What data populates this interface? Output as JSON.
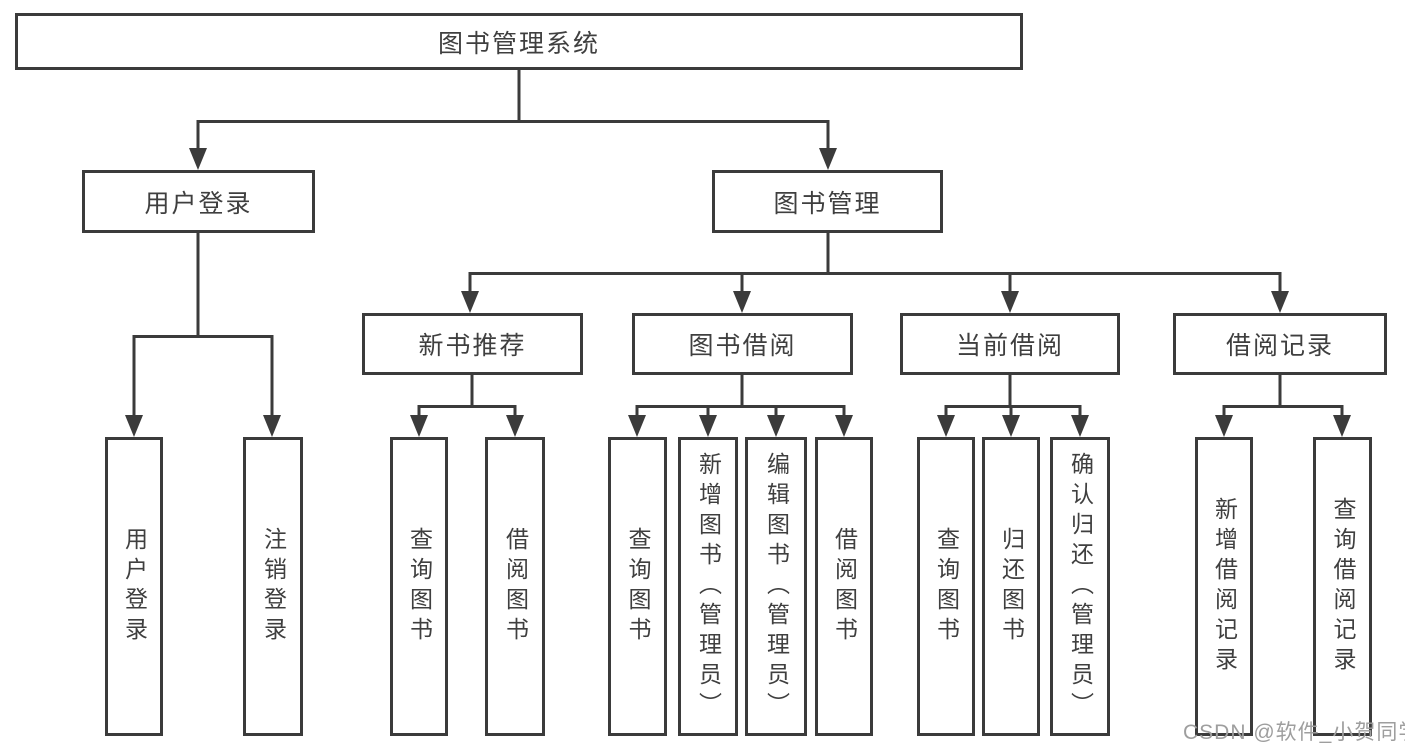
{
  "tree": {
    "root": {
      "label": "图书管理系统"
    },
    "level2": [
      {
        "label": "用户登录",
        "children": [
          {
            "label": "用户登录"
          },
          {
            "label": "注销登录"
          }
        ]
      },
      {
        "label": "图书管理",
        "children": [
          {
            "label": "新书推荐",
            "children": [
              {
                "label": "查询图书"
              },
              {
                "label": "借阅图书"
              }
            ]
          },
          {
            "label": "图书借阅",
            "children": [
              {
                "label": "查询图书"
              },
              {
                "label": "新增图书（管理员）"
              },
              {
                "label": "编辑图书（管理员）"
              },
              {
                "label": "借阅图书"
              }
            ]
          },
          {
            "label": "当前借阅",
            "children": [
              {
                "label": "查询图书"
              },
              {
                "label": "归还图书"
              },
              {
                "label": "确认归还（管理员）"
              }
            ]
          },
          {
            "label": "借阅记录",
            "children": [
              {
                "label": "新增借阅记录"
              },
              {
                "label": "查询借阅记录"
              }
            ]
          }
        ]
      }
    ]
  },
  "watermark": {
    "text": "CSDN @软件_小贺同学"
  },
  "colors": {
    "line": "#3b3b3b",
    "text": "#3f3f3f",
    "watermark": "#9e9e9e",
    "background": "#ffffff"
  }
}
